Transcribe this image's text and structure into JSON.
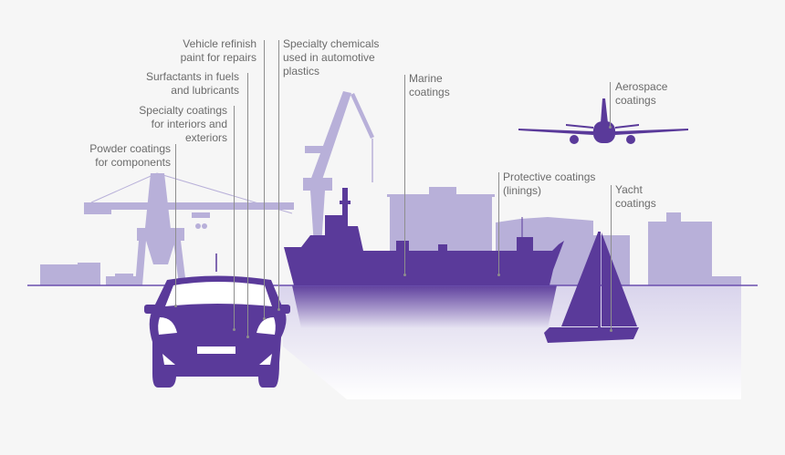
{
  "colors": {
    "background": "#f6f6f6",
    "primary_purple": "#5a3a9a",
    "light_purple": "#b8b0d9",
    "reflection_light": "#e4e0f0",
    "label_text": "#6b6b6b",
    "leader_line": "#8e8e8e"
  },
  "labels": {
    "powder": "Powder coatings\nfor components",
    "specialty_interiors": "Specialty coatings\nfor interiors and\nexteriors",
    "surfactants": "Surfactants in fuels\nand lubricants",
    "vehicle_refinish": "Vehicle refinish\npaint for repairs",
    "specialty_chemicals": "Specialty chemicals\nused in automotive\nplastics",
    "marine": "Marine\ncoatings",
    "protective": "Protective coatings\n(linings)",
    "aerospace": "Aerospace\ncoatings",
    "yacht": "Yacht\ncoatings"
  },
  "icons": [
    "car-icon",
    "cargo-ship-icon",
    "airplane-icon",
    "sailboat-icon",
    "dock-crane-icon",
    "harbor-crane-icon",
    "storage-tank-icon"
  ]
}
